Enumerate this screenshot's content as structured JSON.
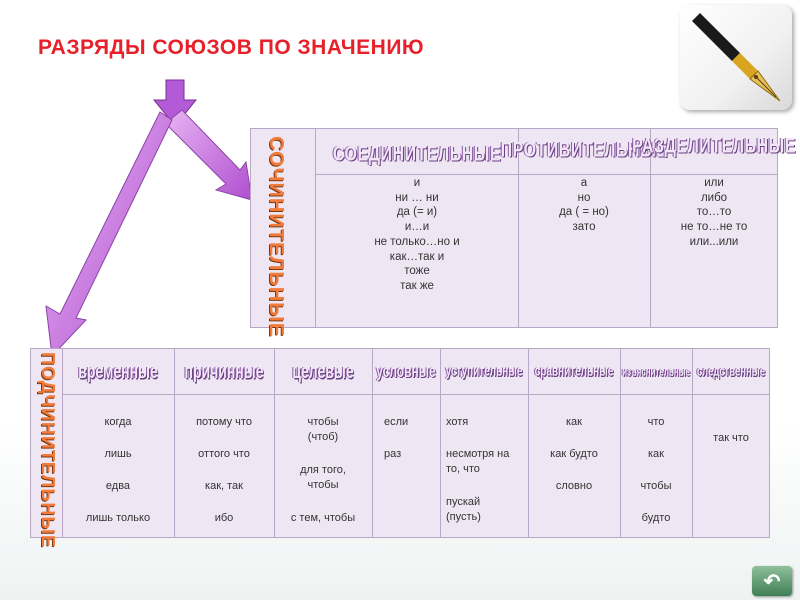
{
  "title": "РАЗРЯДЫ СОЮЗОВ ПО ЗНАЧЕНИЮ",
  "icons": {
    "pen": "fountain-pen-icon",
    "back": "return-arrow-icon"
  },
  "colors": {
    "title": "#e8202a",
    "arrow": "#b35bd6",
    "table_bg": "#eee7f3",
    "side_label": "#f07b3c"
  },
  "top_table": {
    "side_label": "СОЧИНИТЕЛЬНЫЕ",
    "columns": [
      {
        "header": "СОЕДИНИТЕЛЬНЫЕ",
        "items": [
          "и",
          "ни … ни",
          "да (= и)",
          "и…и",
          "не только…но и",
          "как…так и",
          "тоже",
          "так же"
        ]
      },
      {
        "header": "ПРОТИВИТЕЛЬНЫЕ",
        "items": [
          "а",
          "но",
          "да ( = но)",
          "зато"
        ]
      },
      {
        "header": "РАЗДЕЛИТЕЛЬНЫЕ",
        "items": [
          "или",
          "либо",
          "то…то",
          "не то…не то",
          "или...или"
        ]
      }
    ]
  },
  "bottom_table": {
    "side_label": "ПОДЧИНИТЕЛЬНЫЕ",
    "columns": [
      {
        "header": "временные",
        "items": [
          "когда",
          "лишь",
          "едва",
          "лишь только"
        ]
      },
      {
        "header": "причинные",
        "items": [
          "потому что",
          "оттого что",
          "как, так",
          "ибо"
        ]
      },
      {
        "header": "целевые",
        "items": [
          "чтобы",
          "(чтоб)",
          "для того,",
          "чтобы",
          "с тем, чтобы"
        ]
      },
      {
        "header": "условные",
        "items": [
          "если",
          "раз"
        ]
      },
      {
        "header": "уступительные",
        "items": [
          "хотя",
          "несмотря на",
          "то, что",
          "пускай",
          "(пусть)"
        ]
      },
      {
        "header": "сравнительные",
        "items": [
          "как",
          "как будто",
          "словно"
        ]
      },
      {
        "header": "изъяснительные",
        "items": [
          "что",
          "как",
          "чтобы",
          "будто"
        ]
      },
      {
        "header": "следственные",
        "items": [
          "так что"
        ]
      }
    ]
  }
}
